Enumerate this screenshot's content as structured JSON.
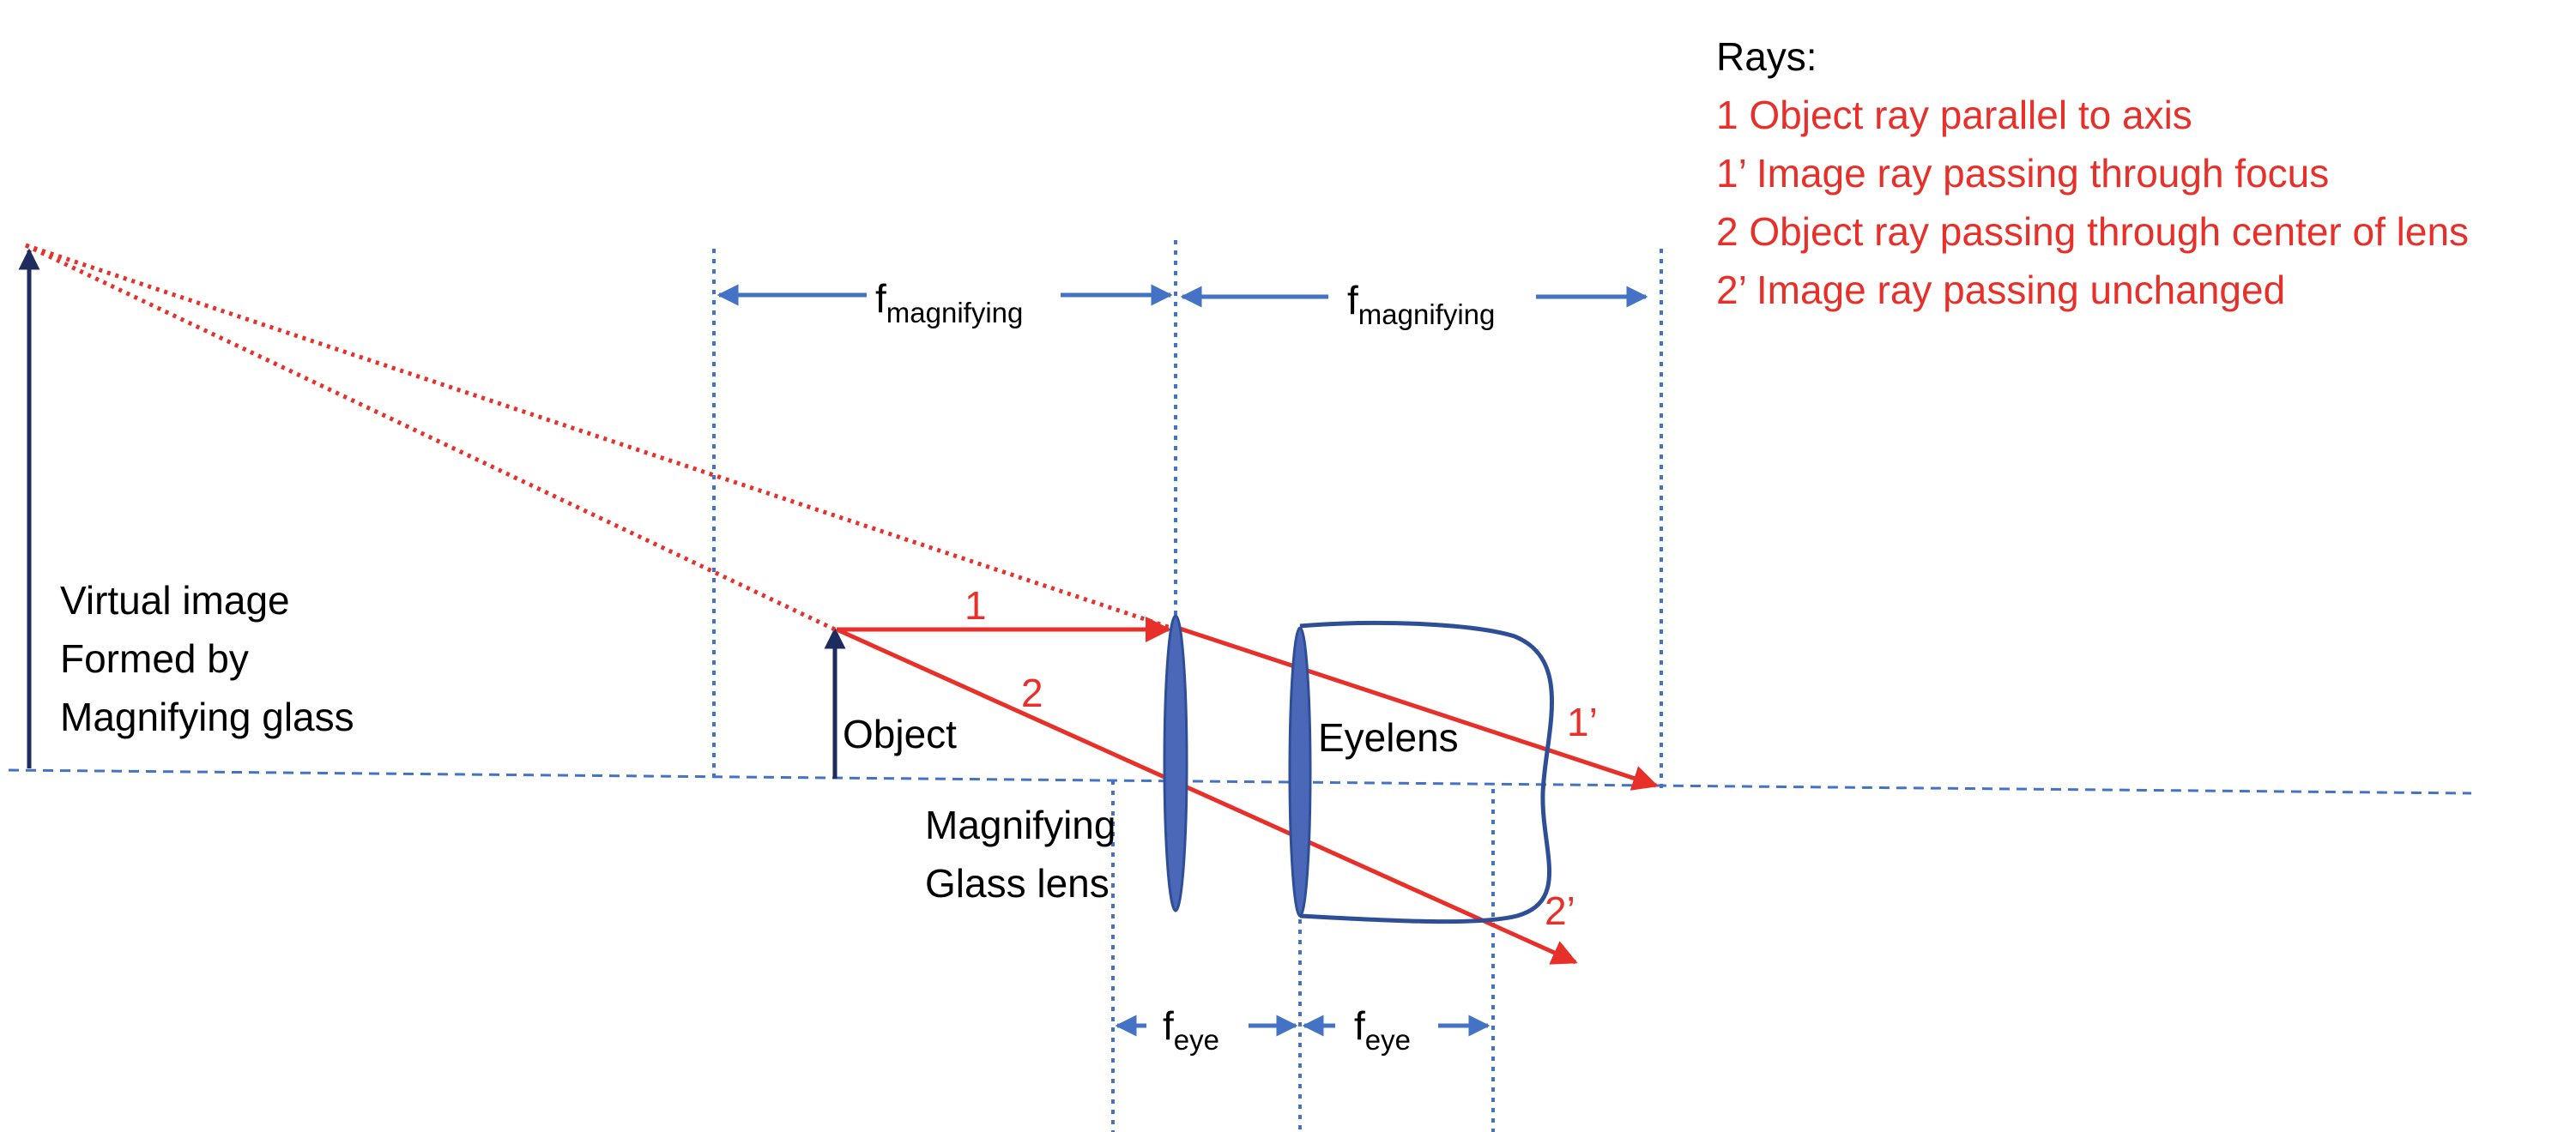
{
  "colors": {
    "ray": "#e8302a",
    "guide": "#4472c4",
    "arrow_dark": "#1f2d5e",
    "lens_fill": "#4a67b8",
    "eye_outline": "#2e4f96",
    "text": "#000000"
  },
  "legend": {
    "title": "Rays:",
    "items": [
      "1 Object ray parallel to axis",
      "1’ Image ray passing through focus",
      "2 Object ray passing through center of lens",
      "2’ Image ray passing unchanged"
    ]
  },
  "labels": {
    "virtual_image": [
      "Virtual image",
      "Formed by",
      "Magnifying glass"
    ],
    "object": "Object",
    "magnifying_lens": [
      "Magnifying",
      "Glass lens"
    ],
    "eyelens": "Eyelens",
    "ray_1": "1",
    "ray_1_prime": "1’",
    "ray_2": "2",
    "ray_2_prime": "2’"
  },
  "dimensions": {
    "f_magnifying_main": "f",
    "f_magnifying_sub": "magnifying",
    "f_eye_main": "f",
    "f_eye_sub": "eye"
  }
}
